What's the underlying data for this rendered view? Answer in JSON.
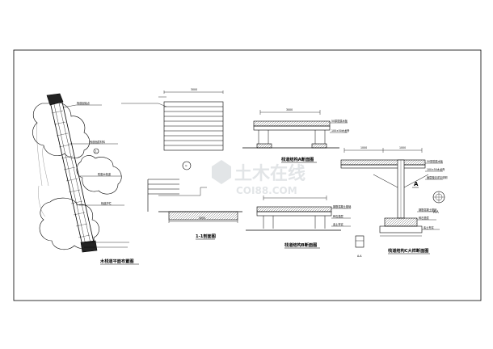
{
  "drawing": {
    "titles": {
      "plan": "木栈道平面布置图",
      "plank_plan": "1-1剖面图",
      "section_a": "栈道结构A断面图",
      "section_b": "栈道结构B断面图",
      "section_c": "栈道结构C大样断面图"
    },
    "marks": {
      "callout_1": "1",
      "callout_2": "①",
      "section_a": "A",
      "section_aa": "A-A",
      "aa_small": "A-A"
    },
    "dims": {
      "top": "3000",
      "left_a": "1000",
      "right_a": "1000",
      "span": "3000",
      "bottom": "5000"
    },
    "notes": {
      "plan_note_1": "栈道起始点",
      "plan_note_2": "栈道面层材料",
      "plan_note_3": "防腐木栈道",
      "plan_note_4": "栈道护栏",
      "section_note_1": "50厚防腐木板",
      "section_note_2": "100×50木龙骨",
      "section_note_3": "钢筋混凝土基础",
      "section_note_4": "碎石垫层",
      "section_note_5": "素土夯实",
      "section_note_6": "面层做法详见说明"
    },
    "watermark": {
      "main": "土木在线",
      "sub": "COI88.COM"
    }
  }
}
